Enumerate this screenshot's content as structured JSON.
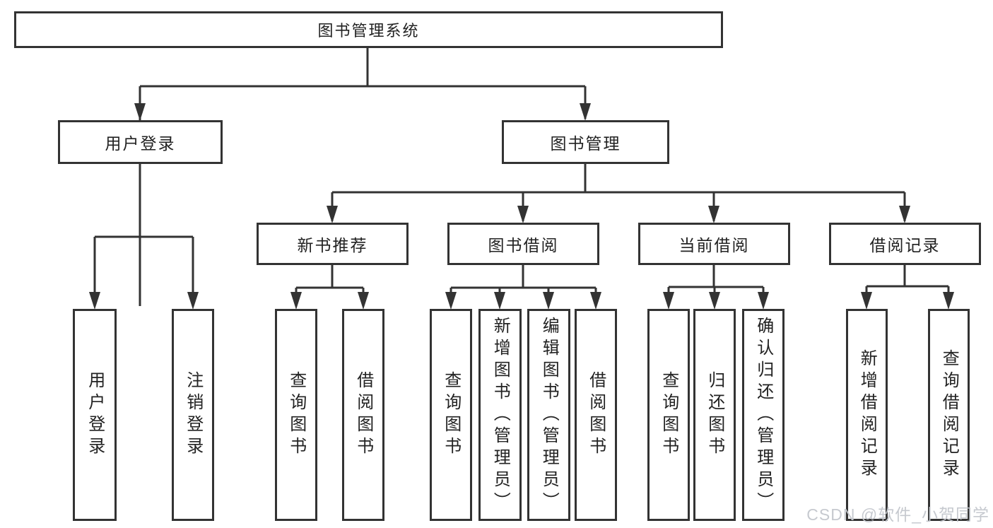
{
  "diagram": {
    "root": {
      "label": "图书管理系统"
    },
    "nodes": {
      "user_login": {
        "label": "用户登录",
        "children": [
          "用户登录",
          "注销登录"
        ]
      },
      "book_mgmt": {
        "label": "图书管理"
      },
      "new_books": {
        "label": "新书推荐",
        "children": [
          "查询图书",
          "借阅图书"
        ]
      },
      "book_borrow": {
        "label": "图书借阅",
        "children": [
          "查询图书",
          "新增图书（管理员）",
          "编辑图书（管理员）",
          "借阅图书"
        ]
      },
      "current_borrow": {
        "label": "当前借阅",
        "children": [
          "查询图书",
          "归还图书",
          "确认归还（管理员）"
        ]
      },
      "borrow_records": {
        "label": "借阅记录",
        "children": [
          "新增借阅记录",
          "查询借阅记录"
        ]
      }
    }
  },
  "watermark": "CSDN @软件_小贺同学",
  "colors": {
    "line": "#333333",
    "text": "#222222",
    "watermark": "#c3c7cd",
    "background": "#ffffff"
  }
}
